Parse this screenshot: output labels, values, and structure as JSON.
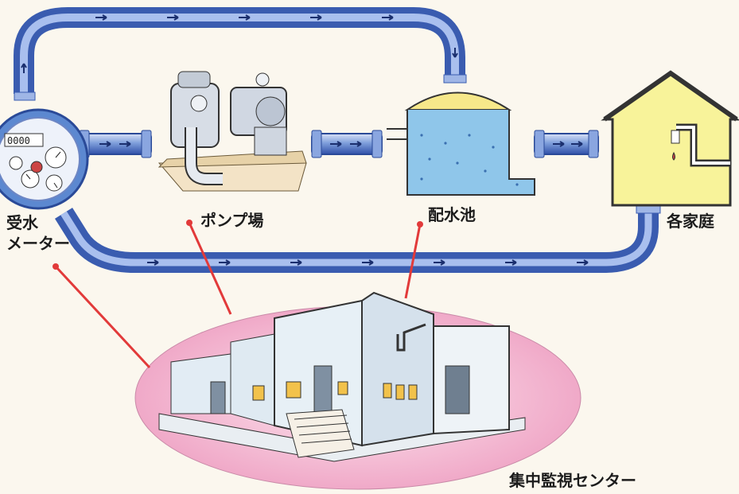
{
  "labels": {
    "meter_line1": "受水",
    "meter_line2": "メーター",
    "pump": "ポンプ場",
    "reservoir": "配水池",
    "home": "各家庭",
    "center": "集中監視センター"
  },
  "meter_readout": "0000",
  "colors": {
    "pipe": "#3d63b8",
    "pipe_light": "#c9d6f2",
    "signal_line": "#e23a3a",
    "center_ellipse": "#f2b8d2",
    "house_wall": "#f8f39a",
    "reservoir_water": "#8fc6ea",
    "reservoir_dome": "#f6e88a"
  },
  "icons": [
    "water-meter-icon",
    "pump-station-icon",
    "reservoir-icon",
    "house-icon",
    "faucet-icon",
    "monitoring-center-icon",
    "flow-arrow-icon"
  ]
}
